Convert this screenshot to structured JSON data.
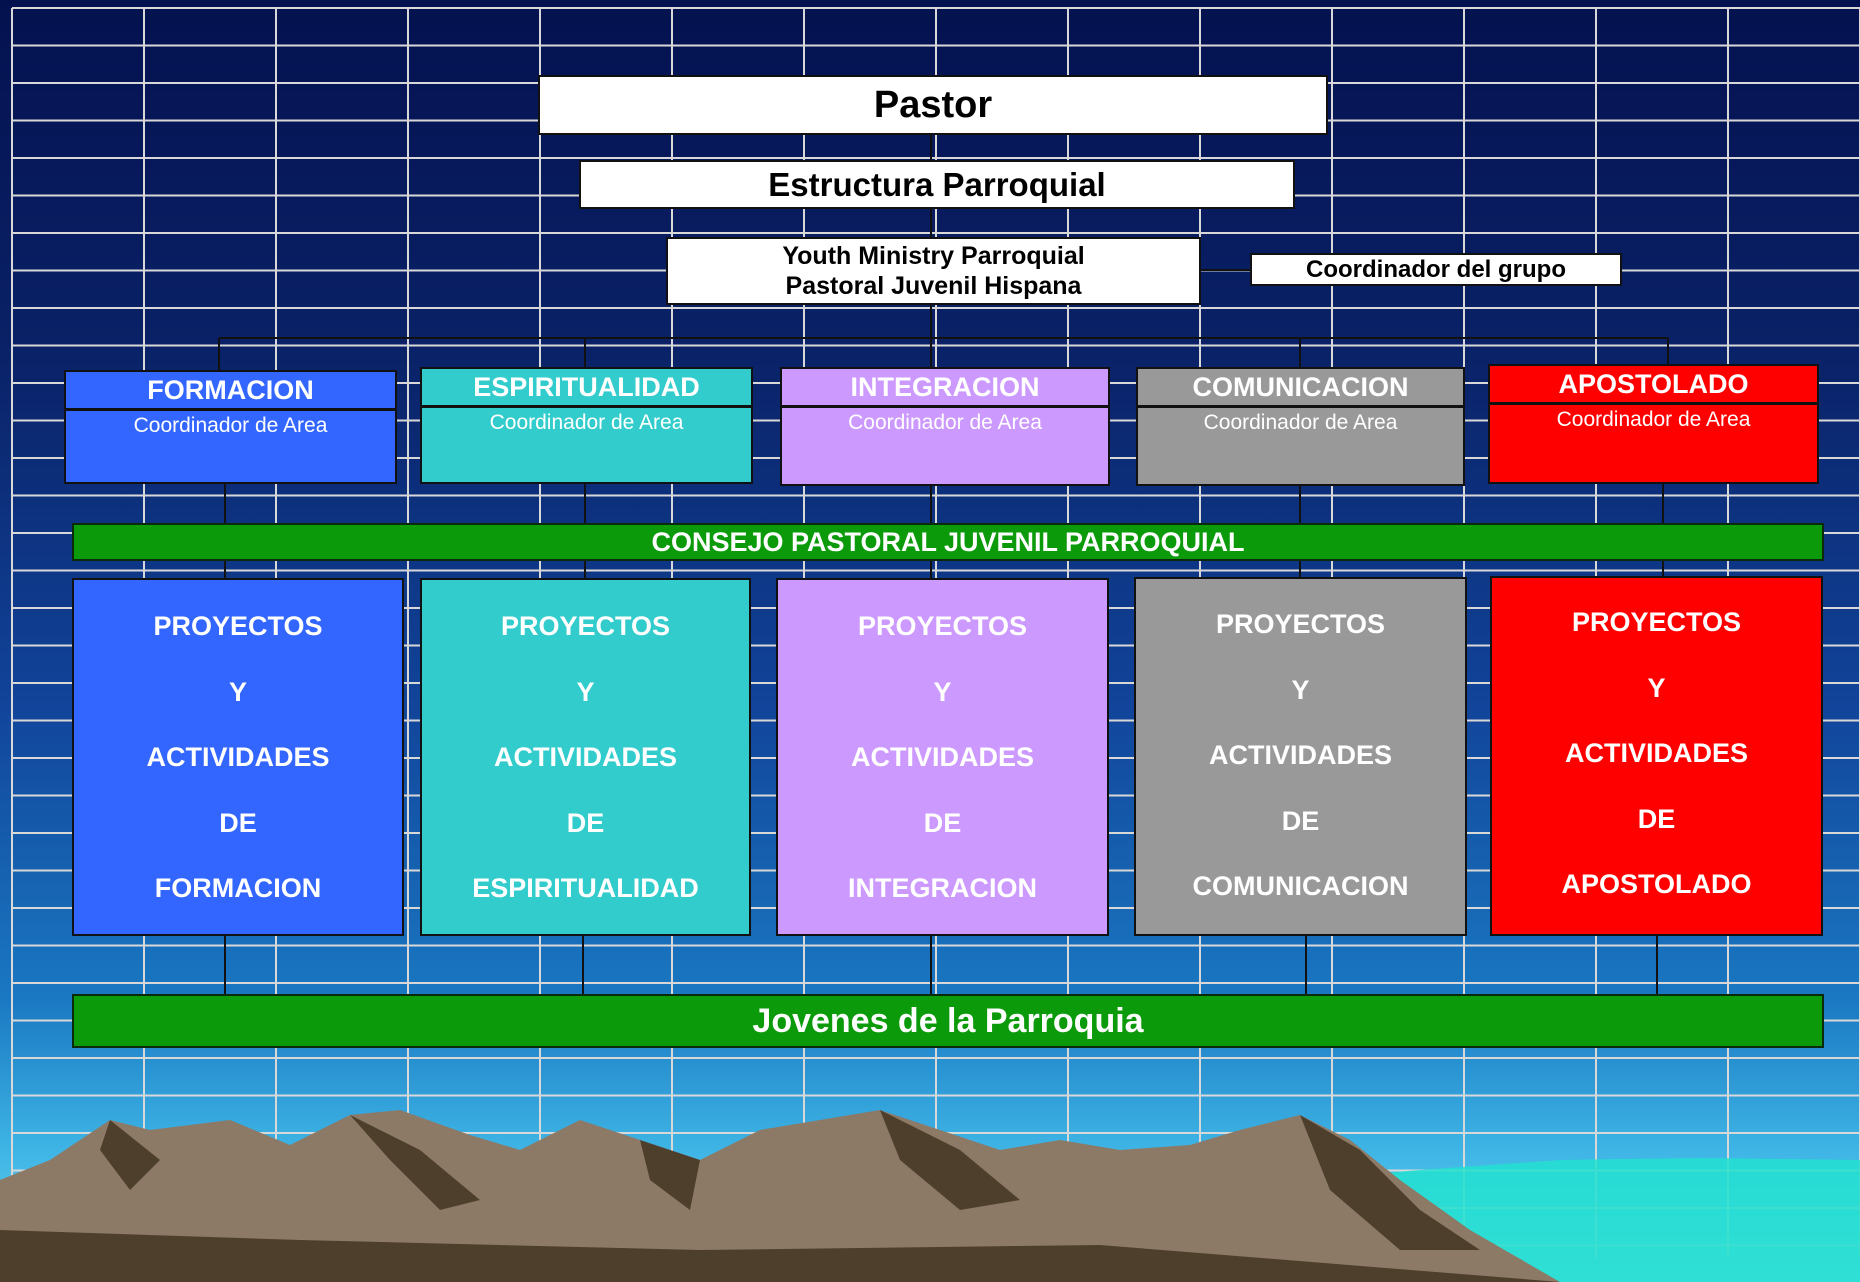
{
  "pastor": "Pastor",
  "estructura": "Estructura Parroquial",
  "youth": {
    "line1": "Youth Ministry Parroquial",
    "line2": "Pastoral Juvenil Hispana"
  },
  "coordinador_grupo": "Coordinador del grupo",
  "areas": [
    {
      "title": "FORMACION",
      "subtitle": "Coordinador de Area",
      "color": "#3366ff"
    },
    {
      "title": "ESPIRITUALIDAD",
      "subtitle": "Coordinador de Area",
      "color": "#33cccc"
    },
    {
      "title": "INTEGRACION",
      "subtitle": "Coordinador de Area",
      "color": "#cc99ff"
    },
    {
      "title": "COMUNICACION",
      "subtitle": "Coordinador de Area",
      "color": "#999999"
    },
    {
      "title": "APOSTOLADO",
      "subtitle": "Coordinador de Area",
      "color": "#ff0000"
    }
  ],
  "consejo": "CONSEJO PASTORAL JUVENIL PARROQUIAL",
  "projects": [
    {
      "lines": [
        "PROYECTOS",
        "Y",
        "ACTIVIDADES",
        "DE",
        "FORMACION"
      ]
    },
    {
      "lines": [
        "PROYECTOS",
        "Y",
        "ACTIVIDADES",
        "DE",
        "ESPIRITUALIDAD"
      ]
    },
    {
      "lines": [
        "PROYECTOS",
        "Y",
        "ACTIVIDADES",
        "DE",
        "INTEGRACION"
      ]
    },
    {
      "lines": [
        "PROYECTOS",
        "Y",
        "ACTIVIDADES",
        "DE",
        "COMUNICACION"
      ]
    },
    {
      "lines": [
        "PROYECTOS",
        "Y",
        "ACTIVIDADES",
        "DE",
        "APOSTOLADO"
      ]
    }
  ],
  "jovenes": "Jovenes de la Parroquia",
  "colors": {
    "bar_green": "#0a9a0a",
    "connector": "#111111",
    "grid": "#d8d8d8"
  }
}
